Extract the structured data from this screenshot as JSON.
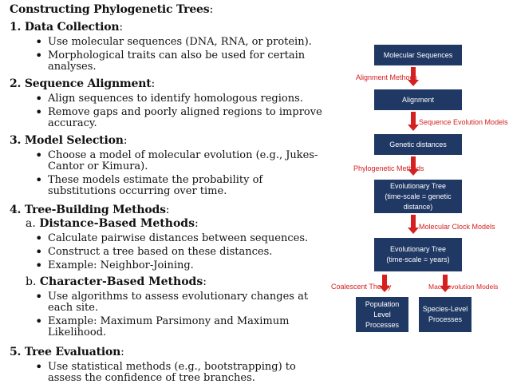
{
  "title": {
    "bold": "Constructing Phylogenetic Trees",
    "suffix": ":"
  },
  "sections": {
    "s1": {
      "head": "1.  Data Collection",
      "colon": ":",
      "items": [
        "Use molecular sequences (DNA, RNA, or protein).",
        "Morphological traits can also be used for certain analyses."
      ]
    },
    "s2": {
      "head": "2.  Sequence Alignment",
      "colon": ":",
      "items": [
        "Align sequences to identify homologous regions.",
        "Remove gaps and poorly aligned regions to improve accuracy."
      ]
    },
    "s3": {
      "head": "3.  Model Selection",
      "colon": ":",
      "items": [
        "Choose a model of molecular evolution (e.g., Jukes-Cantor or Kimura).",
        "These models estimate the probability of substitutions occurring over time."
      ]
    },
    "s4": {
      "head": "4.  Tree-Building Methods",
      "colon": ":",
      "a": {
        "prefix": "a. ",
        "head": "Distance-Based Methods",
        "colon": ":",
        "items": [
          "Calculate pairwise distances between sequences.",
          "Construct a tree based on these distances.",
          "Example: Neighbor-Joining."
        ]
      },
      "b": {
        "prefix": "b. ",
        "head": "Character-Based Methods",
        "colon": ":",
        "items": [
          "Use algorithms to assess evolutionary changes at each site.",
          "Example: Maximum Parsimony and Maximum Likelihood."
        ]
      }
    },
    "s5": {
      "head": "5. Tree Evaluation",
      "colon": ":",
      "items": [
        "Use statistical methods (e.g., bootstrapping) to assess the confidence of tree branches."
      ]
    }
  },
  "bullet": "•",
  "diagram": {
    "node_color": "#1f3864",
    "label_color": "#d62020",
    "nodes": {
      "molecular": "Molecular Sequences",
      "alignment": "Alignment",
      "genetic": "Genetic distances",
      "evo1_l1": "Evolutionary Tree",
      "evo1_l2": "(time-scale = genetic  distance)",
      "evo2_l1": "Evolutionary Tree",
      "evo2_l2": "(time-scale = years)",
      "pop_l1": "Population Level",
      "pop_l2": "Processes",
      "species_l1": "Species-Level",
      "species_l2": "Processes"
    },
    "labels": {
      "alignment_methods": "Alignment Methods",
      "seq_evo_models": "Sequence Evolution Models",
      "phylo_methods": "Phylogenetic Methods",
      "clock_models": "Molecular Clock Models",
      "coalescent": "Coalescent Theory",
      "macroevolution": "Macroevolution Models"
    }
  }
}
